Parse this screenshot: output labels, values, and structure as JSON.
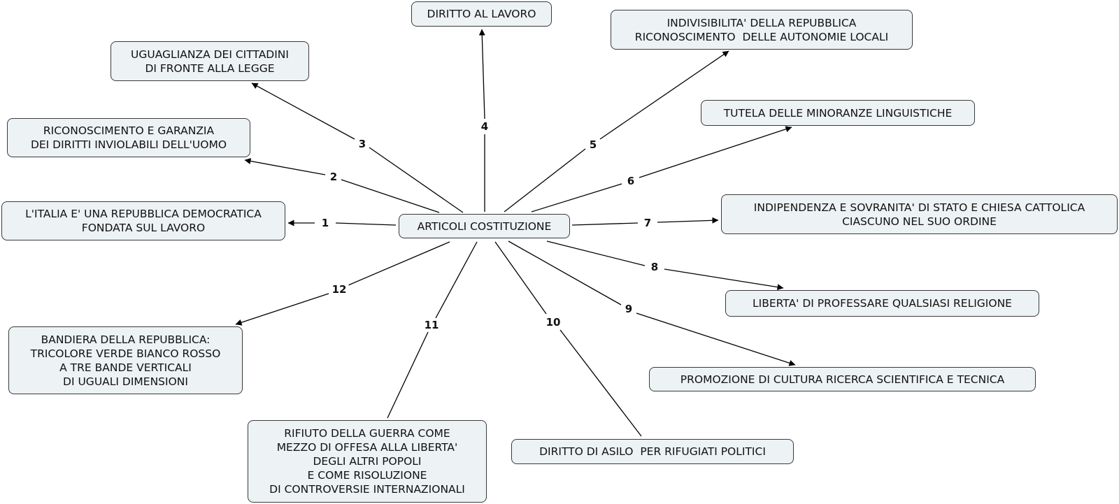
{
  "center": {
    "label": "ARTICOLI COSTITUZIONE"
  },
  "links": [
    {
      "number": "1",
      "concept": "L'ITALIA E' UNA REPUBBLICA DEMOCRATICA\nFONDATA SUL LAVORO"
    },
    {
      "number": "2",
      "concept": "RICONOSCIMENTO E GARANZIA\nDEI DIRITTI INVIOLABILI DELL'UOMO"
    },
    {
      "number": "3",
      "concept": "UGUAGLIANZA DEI CITTADINI\nDI FRONTE ALLA LEGGE"
    },
    {
      "number": "4",
      "concept": "DIRITTO AL LAVORO"
    },
    {
      "number": "5",
      "concept": "INDIVISIBILITA' DELLA REPUBBLICA\nRICONOSCIMENTO  DELLE AUTONOMIE LOCALI"
    },
    {
      "number": "6",
      "concept": "TUTELA DELLE MINORANZE LINGUISTICHE"
    },
    {
      "number": "7",
      "concept": "INDIPENDENZA E SOVRANITA' DI STATO E CHIESA CATTOLICA\nCIASCUNO NEL SUO ORDINE"
    },
    {
      "number": "8",
      "concept": "LIBERTA' DI PROFESSARE QUALSIASI RELIGIONE"
    },
    {
      "number": "9",
      "concept": "PROMOZIONE DI CULTURA RICERCA SCIENTIFICA E TECNICA"
    },
    {
      "number": "10",
      "concept": "DIRITTO DI ASILO  PER RIFUGIATI POLITICI"
    },
    {
      "number": "11",
      "concept": "RIFIUTO DELLA GUERRA COME\nMEZZO DI OFFESA ALLA LIBERTA'\nDEGLI ALTRI POPOLI\nE COME RISOLUZIONE\nDI CONTROVERSIE INTERNAZIONALI"
    },
    {
      "number": "12",
      "concept": "BANDIERA DELLA REPUBBLICA:\nTRICOLORE VERDE BIANCO ROSSO\nA TRE BANDE VERTICALI\nDI UGUALI DIMENSIONI"
    }
  ]
}
